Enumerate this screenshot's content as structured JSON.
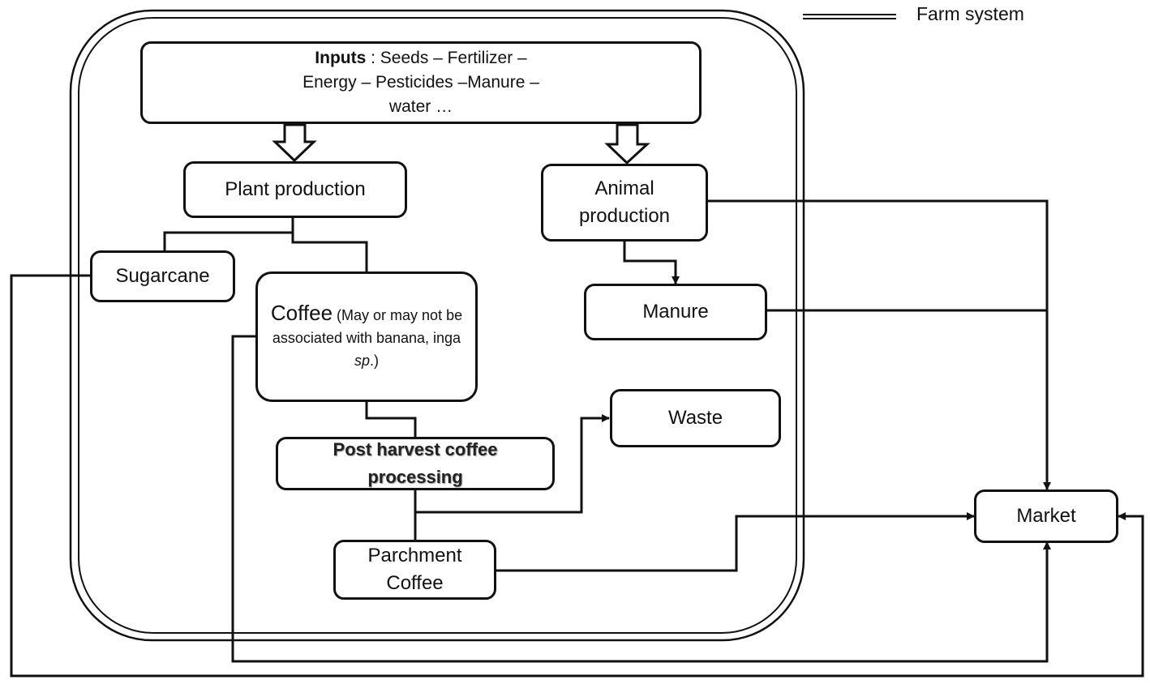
{
  "legend": {
    "label": "Farm system"
  },
  "nodes": {
    "inputs": {
      "title": "Inputs",
      "items": ": Seeds – Fertilizer – Energy – Pesticides –Manure – water …"
    },
    "plant_production": "Plant production",
    "animal_production": "Animal production",
    "sugarcane": "Sugarcane",
    "coffee": {
      "title": "Coffee",
      "note_prefix": " (May or may not be associated with banana, inga ",
      "note_italic": "sp",
      "note_suffix": ".)"
    },
    "manure": "Manure",
    "waste": "Waste",
    "post_harvest": "Post harvest coffee processing",
    "parchment": "Parchment Coffee",
    "market": "Market"
  }
}
